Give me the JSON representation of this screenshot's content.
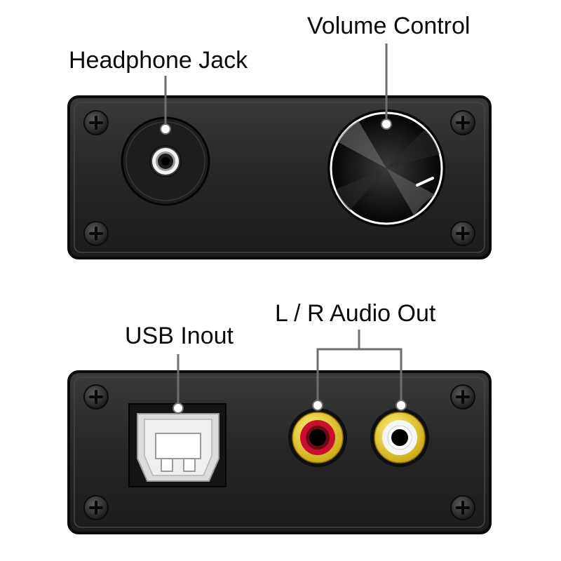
{
  "labels": {
    "headphone_jack": "Headphone Jack",
    "volume_control": "Volume Control",
    "usb_inout": "USB Inout",
    "lr_audio_out": "L / R Audio Out"
  },
  "colors": {
    "background": "#ffffff",
    "chassis": "#2a2a2a",
    "chassis_edge": "#0a0a0a",
    "leader_line": "#6e6e6e",
    "rca_left_ring": "#d9c21a",
    "rca_left_center": "#c8102e",
    "rca_right_ring": "#f2d31b",
    "rca_right_center": "#ffffff",
    "usb_port": "#dcdcdc"
  },
  "icons": {
    "screw": "phillips-screw-icon",
    "headphone": "headphone-jack-icon",
    "knob": "volume-knob-icon",
    "usb": "usb-b-port-icon",
    "rca": "rca-jack-icon"
  }
}
